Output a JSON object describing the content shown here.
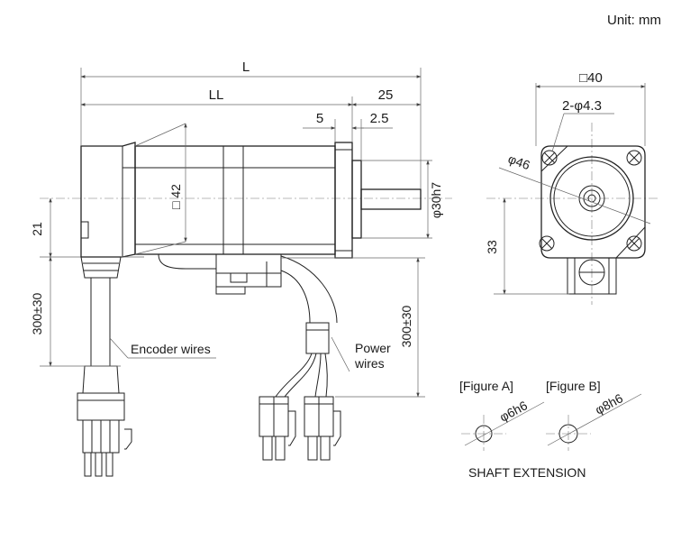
{
  "unit_label": "Unit: mm",
  "dimensions": {
    "L": "L",
    "LL": "LL",
    "d25": "25",
    "d5": "5",
    "d2_5": "2.5",
    "sq42": "□ 42",
    "phi30h7": "φ30h7",
    "d21": "21",
    "d300_left": "300±30",
    "d300_right": "300±30",
    "sq40": "□40",
    "holes": "2-φ4.3",
    "phi46": "φ46",
    "d33": "33"
  },
  "labels": {
    "encoder_wires": "Encoder wires",
    "power_wires_line1": "Power",
    "power_wires_line2": "wires"
  },
  "figures": {
    "figure_a_title": "[Figure A]",
    "figure_a_dim": "φ6h6",
    "figure_b_title": "[Figure B]",
    "figure_b_dim": "φ8h6",
    "caption": "SHAFT EXTENSION"
  }
}
